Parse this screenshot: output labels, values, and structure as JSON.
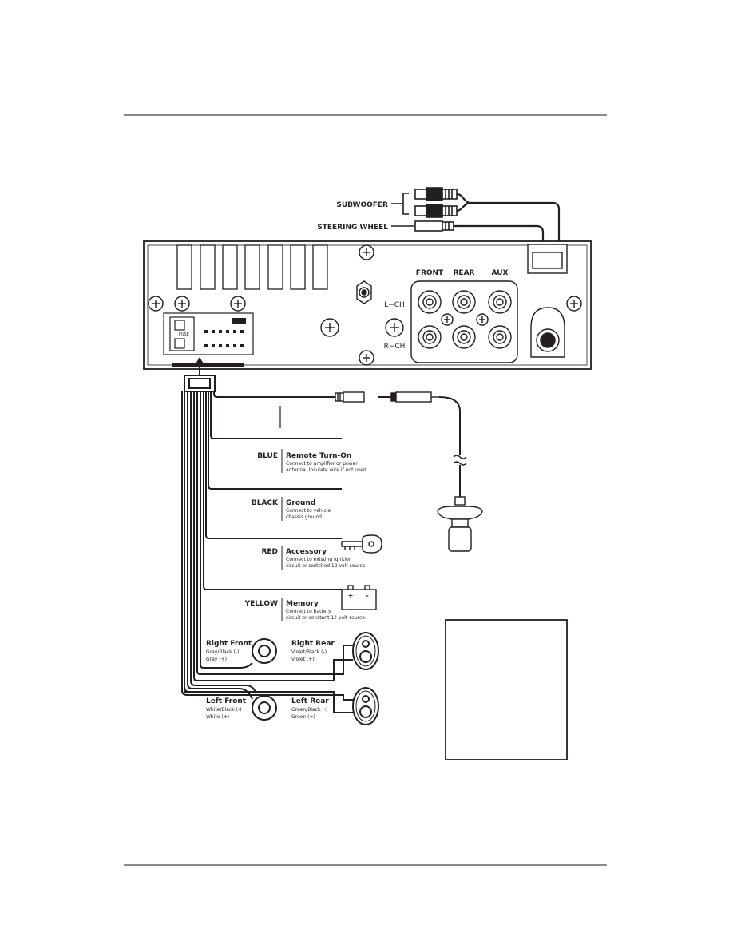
{
  "connectors": {
    "subwoofer": "SUBWOOFER",
    "steering_wheel": "STEERING WHEEL"
  },
  "unit": {
    "front": "FRONT",
    "rear": "REAR",
    "aux": "AUX",
    "lch": "L−CH",
    "rch": "R−CH",
    "fuse": "FUSE"
  },
  "wires": [
    {
      "color": "BLUE",
      "title": "Remote Turn-On",
      "desc1": "Connect to amplifier or power",
      "desc2": "antenna. Insulate wire if not used."
    },
    {
      "color": "BLACK",
      "title": "Ground",
      "desc1": "Connect to vehicle",
      "desc2": "chassis ground."
    },
    {
      "color": "RED",
      "title": "Accessory",
      "desc1": "Connect to existing ignition",
      "desc2": "circuit or switched 12 volt source."
    },
    {
      "color": "YELLOW",
      "title": "Memory",
      "desc1": "Connect to battery",
      "desc2": "circuit or constant 12 volt source."
    }
  ],
  "speakers": [
    {
      "title": "Right Front",
      "neg": "Gray/Black (-)",
      "pos": "Gray (+)"
    },
    {
      "title": "Right Rear",
      "neg": "Violet/Black (-)",
      "pos": "Violet (+)"
    },
    {
      "title": "Left Front",
      "neg": "White/Black (-)",
      "pos": "White (+)"
    },
    {
      "title": "Left Rear",
      "neg": "Green/Black (-)",
      "pos": "Green (+)"
    }
  ],
  "battery": {
    "plus": "+",
    "minus": "-"
  }
}
